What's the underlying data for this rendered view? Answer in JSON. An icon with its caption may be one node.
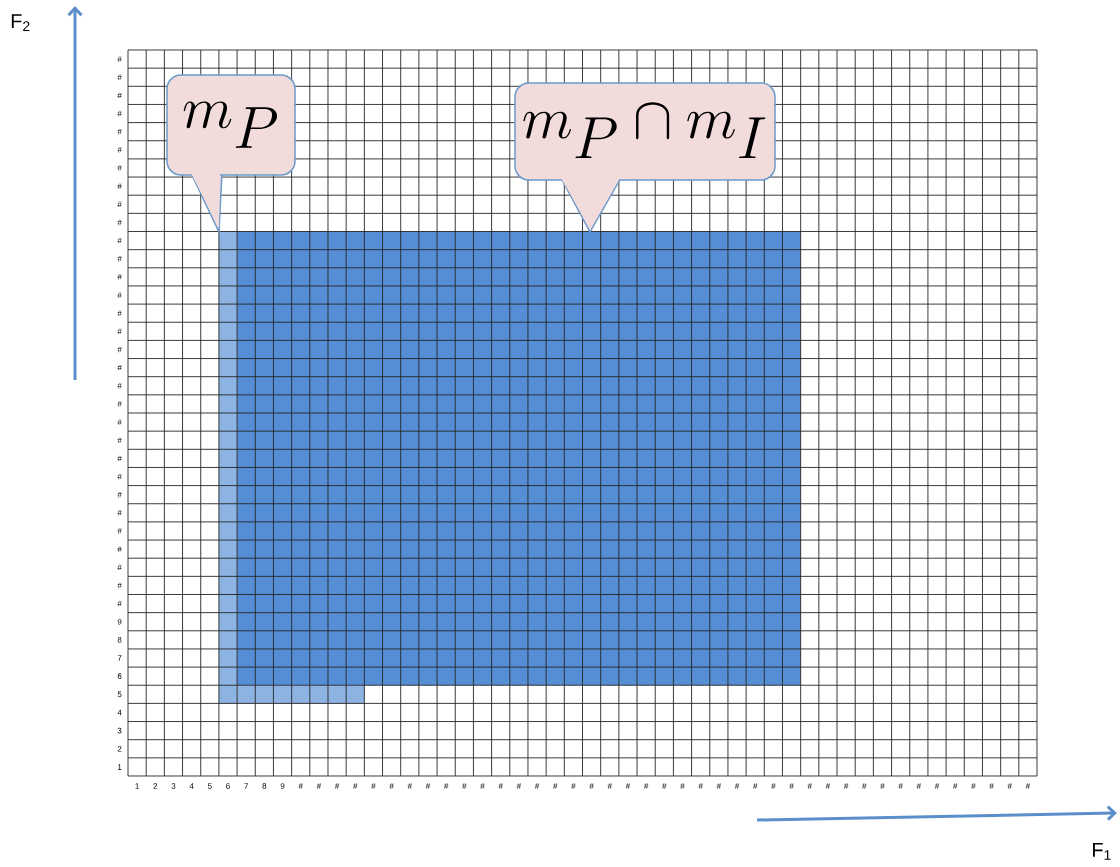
{
  "diagram": {
    "nodes": [
      {
        "text": [
          "m_P"
        ]
      },
      {
        "text": [
          "m_P \\cap m_I"
        ]
      }
    ],
    "labels": [
      "F$_{2}$",
      "#",
      "#",
      "#",
      "#",
      "#",
      "#",
      "#",
      "#",
      "#",
      "#",
      "#",
      "#",
      "#",
      "#",
      "#",
      "#",
      "#",
      "#",
      "#",
      "#",
      "#",
      "#",
      "#",
      "#",
      "#",
      "#",
      "#",
      "#",
      "#",
      "#",
      "#",
      "9",
      "8",
      "7",
      "6",
      "5",
      "4",
      "3",
      "2",
      "1",
      "1",
      "2",
      "3",
      "4",
      "5",
      "6",
      "7",
      "8",
      "9",
      "#",
      "#",
      "#",
      "#",
      "#",
      "#",
      "#",
      "#",
      "#",
      "#",
      "#",
      "#",
      "#",
      "#",
      "#",
      "#",
      "#",
      "#",
      "#",
      "#",
      "#",
      "#",
      "#",
      "#",
      "#",
      "#",
      "#",
      "#",
      "#",
      "#",
      "#",
      "#",
      "#",
      "#",
      "#",
      "#",
      "#",
      "#",
      "#",
      "#",
      "#",
      "F$_{1}$"
    ]
  }
}
